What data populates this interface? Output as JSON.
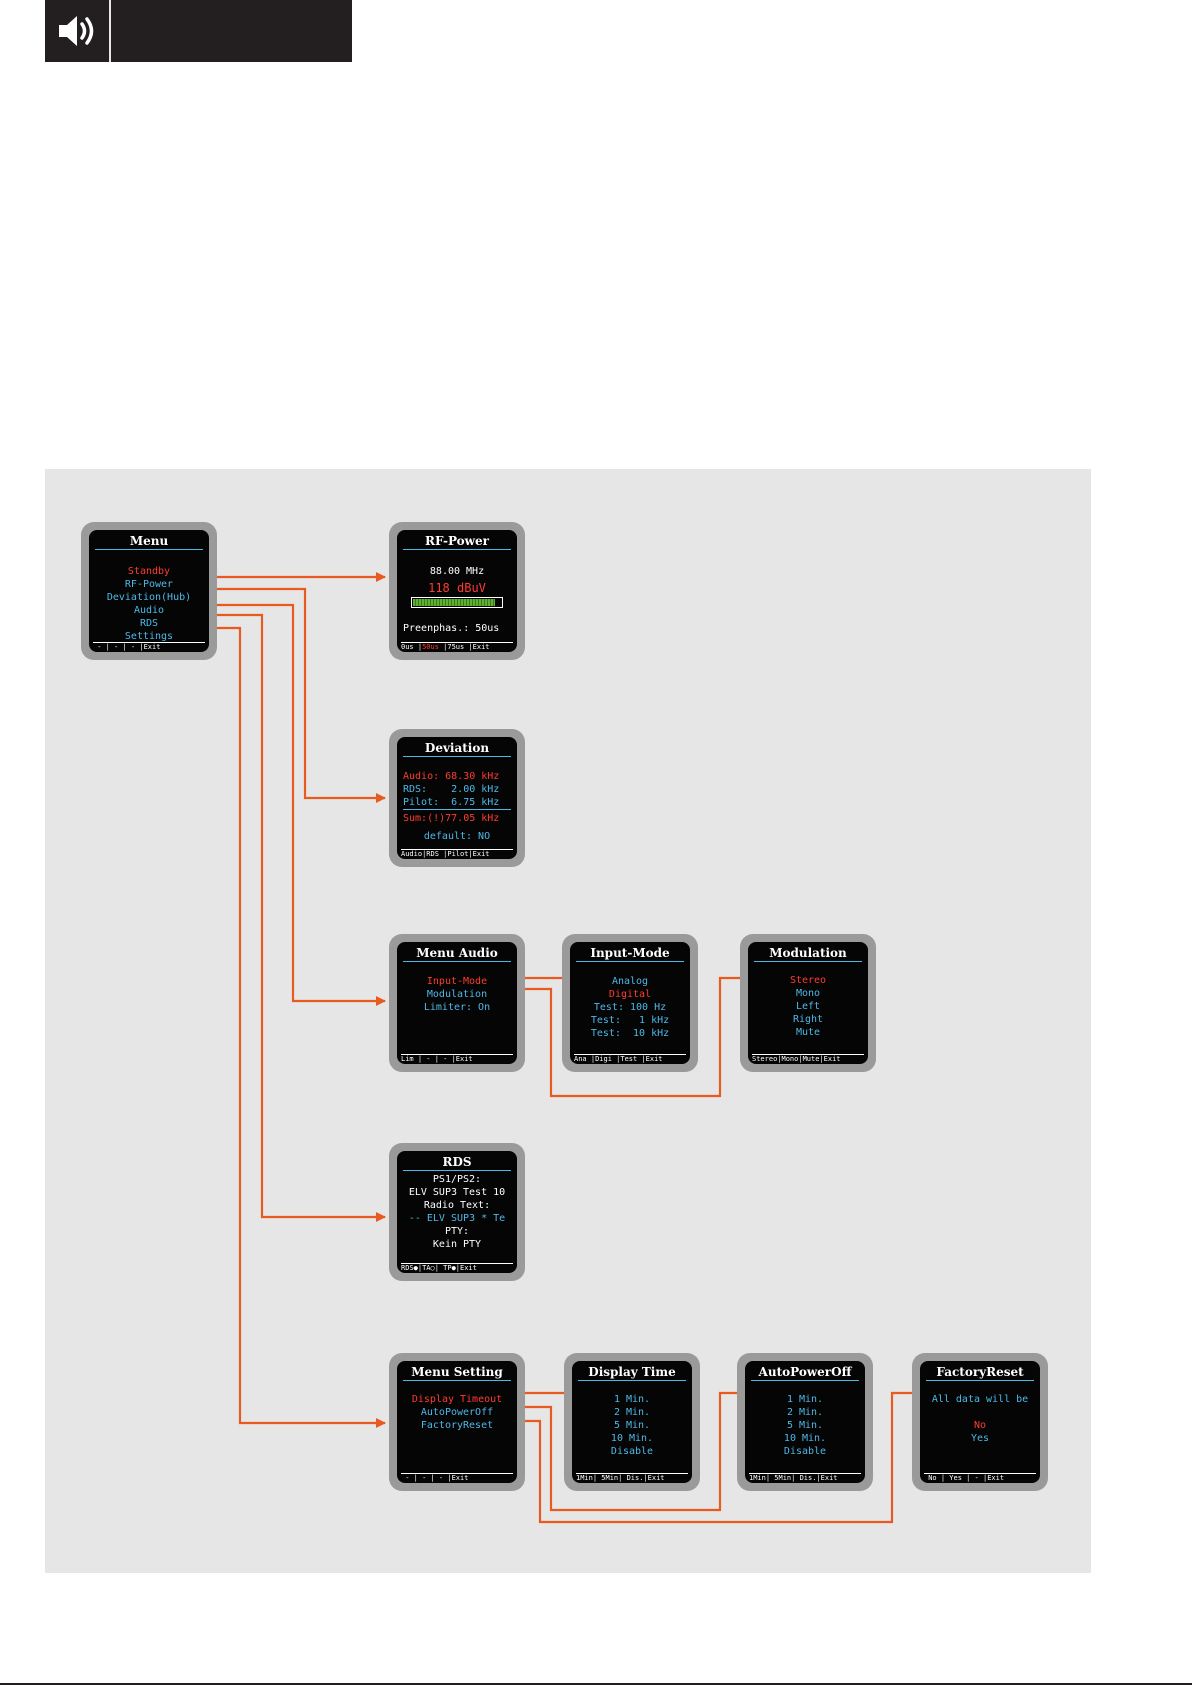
{
  "header": {
    "icon": "speaker-icon"
  },
  "colors": {
    "arrow": "#e85a1f",
    "text_red": "#ff3b30",
    "text_blue": "#4db8e8",
    "panel": "#e6e6e6",
    "bezel": "#9a9a9a"
  },
  "screens": {
    "menu": {
      "title": "Menu",
      "items": [
        "Standby",
        "RF-Power",
        "Deviation(Hub)",
        "Audio",
        "RDS",
        "Settings"
      ],
      "footer": " - | - | - |Exit"
    },
    "rf_power": {
      "title": "RF-Power",
      "frequency": "88.00 MHz",
      "level": "118 dBuV",
      "level_fraction": 0.93,
      "preemphasis": "Preenphas.: 50us",
      "footer": "0us |",
      "footer_selected": "50us",
      "footer_rest": " |75us |Exit"
    },
    "deviation": {
      "title": "Deviation",
      "audio": "Audio: 68.30 kHz",
      "rds": "RDS:    2.00 kHz",
      "pilot": "Pilot:  6.75 kHz",
      "sum": "Sum:(!)77.05 kHz",
      "default": "default: NO",
      "footer": "Audio|RDS |Pilot|Exit"
    },
    "menu_audio": {
      "title": "Menu Audio",
      "items": [
        "Input-Mode",
        "Modulation",
        "Limiter: On"
      ],
      "footer": "Lim | - | - |Exit"
    },
    "input_mode": {
      "title": "Input-Mode",
      "items": [
        "Analog",
        "Digital",
        "Test: 100 Hz",
        "Test:   1 kHz",
        "Test:  10 kHz"
      ],
      "footer": "Ana |Digi |Test |Exit"
    },
    "modulation": {
      "title": "Modulation",
      "items": [
        "Stereo",
        "Mono",
        "Left",
        "Right",
        "Mute"
      ],
      "footer": "Stereo|Mono|Mute|Exit"
    },
    "rds": {
      "title": "RDS",
      "lines": [
        "PS1/PS2:",
        "ELV SUP3 Test 10",
        "Radio Text:",
        "-- ELV SUP3 * Te",
        "PTY:",
        "Kein PTY"
      ],
      "footer": "RDS●|TA○| TP●|Exit"
    },
    "menu_setting": {
      "title": "Menu Setting",
      "items": [
        "Display Timeout",
        "AutoPowerOff",
        "FactoryReset"
      ],
      "footer": " - | - | - |Exit"
    },
    "display_time": {
      "title": "Display Time",
      "items": [
        "1 Min.",
        "2 Min.",
        "5 Min.",
        "10 Min.",
        "Disable"
      ],
      "footer": "1Min| 5Min| Dis.|Exit"
    },
    "auto_power_off": {
      "title": "AutoPowerOff",
      "items": [
        "1 Min.",
        "2 Min.",
        "5 Min.",
        "10 Min.",
        "Disable"
      ],
      "footer": "1Min| 5Min| Dis.|Exit"
    },
    "factory_reset": {
      "title": "FactoryReset",
      "message": "All data will be",
      "items": [
        "No",
        "Yes"
      ],
      "footer": " No | Yes | - |Exit"
    }
  }
}
